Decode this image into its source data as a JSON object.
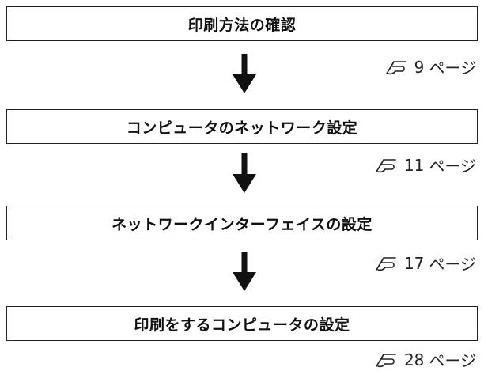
{
  "steps": [
    {
      "label": "印刷方法の確認",
      "ref_page": "9",
      "ref_suffix": "ページ"
    },
    {
      "label": "コンピュータのネットワーク設定",
      "ref_page": "11",
      "ref_suffix": "ページ"
    },
    {
      "label": "ネットワークインターフェイスの設定",
      "ref_page": "17",
      "ref_suffix": "ページ"
    },
    {
      "label": "印刷をするコンピュータの設定",
      "ref_page": "28",
      "ref_suffix": "ページ"
    }
  ],
  "icons": {
    "reference": "reference-hand-icon",
    "arrow": "down-arrow-icon"
  }
}
